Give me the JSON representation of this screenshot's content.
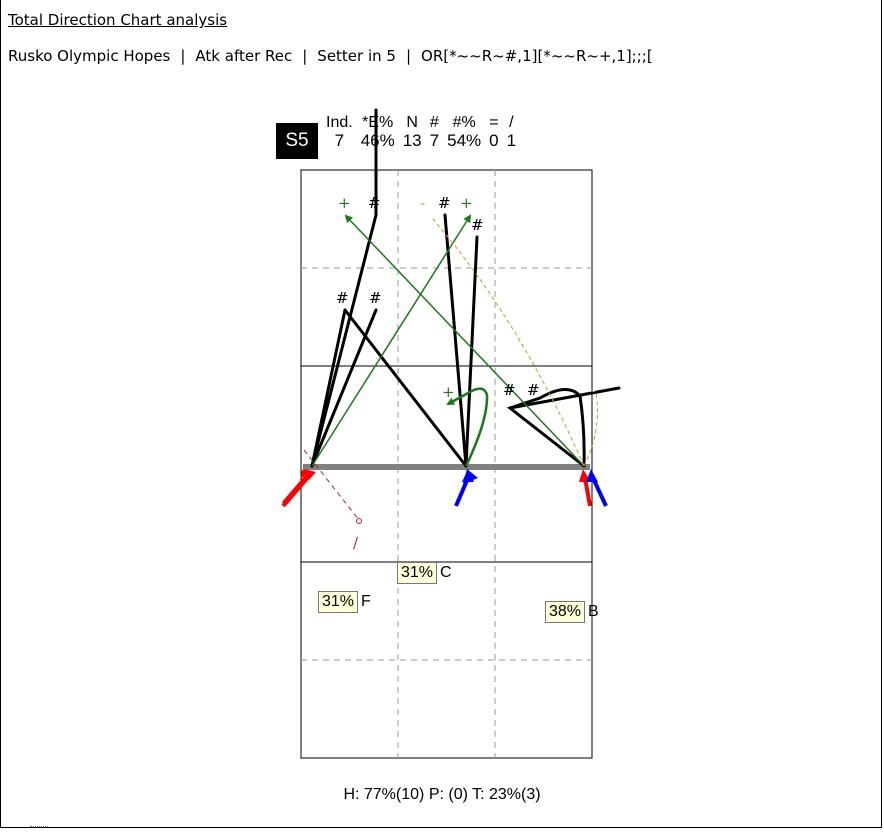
{
  "report": {
    "title": "Total Direction Chart analysis",
    "filter": {
      "team": "Rusko Olympic Hopes",
      "skill": "Atk after Rec",
      "setter": "Setter in 5",
      "code": "OR[*~~R~#,1][*~~R~+,1];;;["
    }
  },
  "rotation_badge": "S5",
  "stats": {
    "headers": [
      "Ind.",
      "*E%",
      "N",
      "#",
      "#%",
      "=",
      "/"
    ],
    "values": [
      "7",
      "46%",
      "13",
      "7",
      "54%",
      "0",
      "1"
    ]
  },
  "zones": {
    "c": {
      "pct": "31%",
      "label": "C"
    },
    "f": {
      "pct": "31%",
      "label": "F"
    },
    "b": {
      "pct": "38%",
      "label": "B"
    }
  },
  "footer": {
    "h": "H: 77%(10)",
    "p": "P: (0)",
    "t": "T: 23%(3)"
  },
  "marks": {
    "plus": "+",
    "hash": "#",
    "minus": "-",
    "slash": "/"
  },
  "colors": {
    "perfect": "#000000",
    "positive": "#1a7a1a",
    "negative": "#cc9933",
    "error": "#a52a2a",
    "net": "#808080",
    "arrow_red": "#ff0000",
    "arrow_blue": "#0000ff"
  }
}
